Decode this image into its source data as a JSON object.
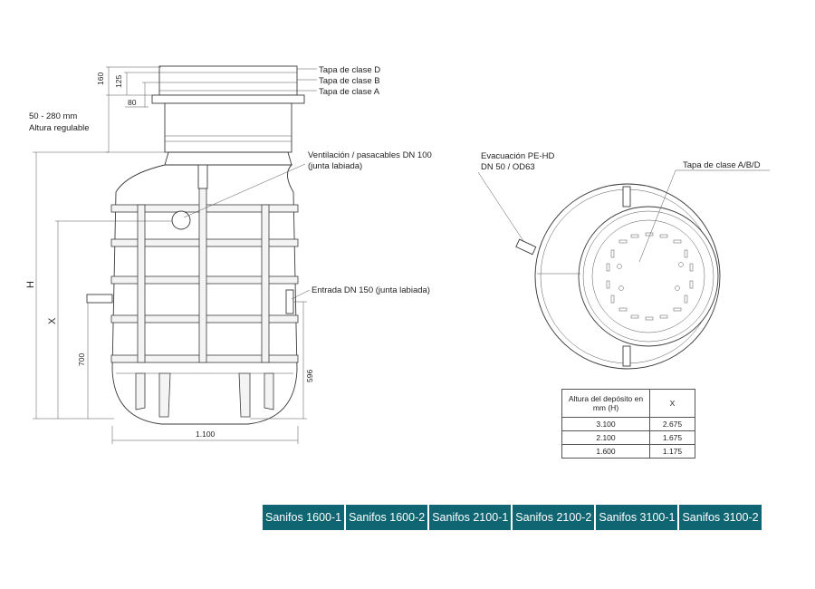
{
  "side_view": {
    "dimensions": {
      "lid_total": "160",
      "lid_mid": "125",
      "lid_offset": "80",
      "adjust_range": "50 - 280 mm",
      "adjust_label": "Altura regulable",
      "height": "H",
      "x": "X",
      "inlet_height": "700",
      "bottom_height": "596",
      "width": "1.100"
    },
    "callouts": {
      "lid_d": "Tapa de clase D",
      "lid_b": "Tapa de clase B",
      "lid_a": "Tapa de clase A",
      "vent_1": "Ventilación / pasacables DN 100",
      "vent_2": "(junta labiada)",
      "inlet": "Entrada DN 150 (junta labiada)"
    }
  },
  "top_view": {
    "callouts": {
      "outlet_1": "Evacuación PE-HD",
      "outlet_2": "DN 50 / OD63",
      "lid": "Tapa de clase A/B/D"
    }
  },
  "dimension_table": {
    "header": [
      "Altura del depósito en mm (H)",
      "X"
    ],
    "rows": [
      [
        "3.100",
        "2.675"
      ],
      [
        "2.100",
        "1.675"
      ],
      [
        "1.600",
        "1.175"
      ]
    ]
  },
  "models": [
    "Sanifos 1600-1",
    "Sanifos 1600-2",
    "Sanifos 2100-1",
    "Sanifos 2100-2",
    "Sanifos 3100-1",
    "Sanifos 3100-2"
  ],
  "colors": {
    "model_tab": "#0f6572",
    "line": "#3a3a3a"
  }
}
